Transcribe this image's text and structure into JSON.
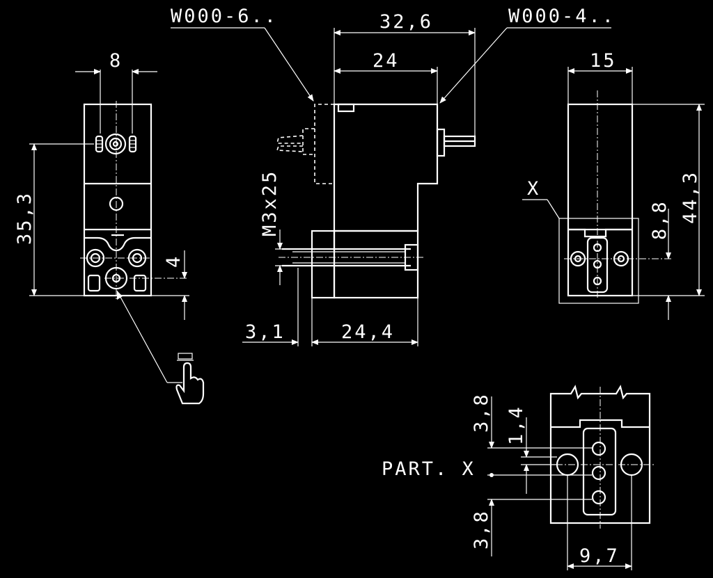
{
  "labels": {
    "dim_8": "8",
    "dim_35_3": "35,3",
    "dim_4": "4",
    "part_w6": "W000-6..",
    "dim_32_6": "32,6",
    "part_w4": "W000-4..",
    "dim_24": "24",
    "dim_m3x25": "M3x25",
    "dim_3_1": "3,1",
    "dim_24_4": "24,4",
    "dim_15": "15",
    "dim_44_3": "44,3",
    "dim_8_8": "8,8",
    "detail_x": "X",
    "detail_part_x": "PART. X",
    "dim_3_8_top": "3,8",
    "dim_1_4": "1,4",
    "dim_3_8_bottom": "3,8",
    "dim_9_7": "9,7"
  },
  "icons": [
    "manual-override-hand-icon"
  ]
}
